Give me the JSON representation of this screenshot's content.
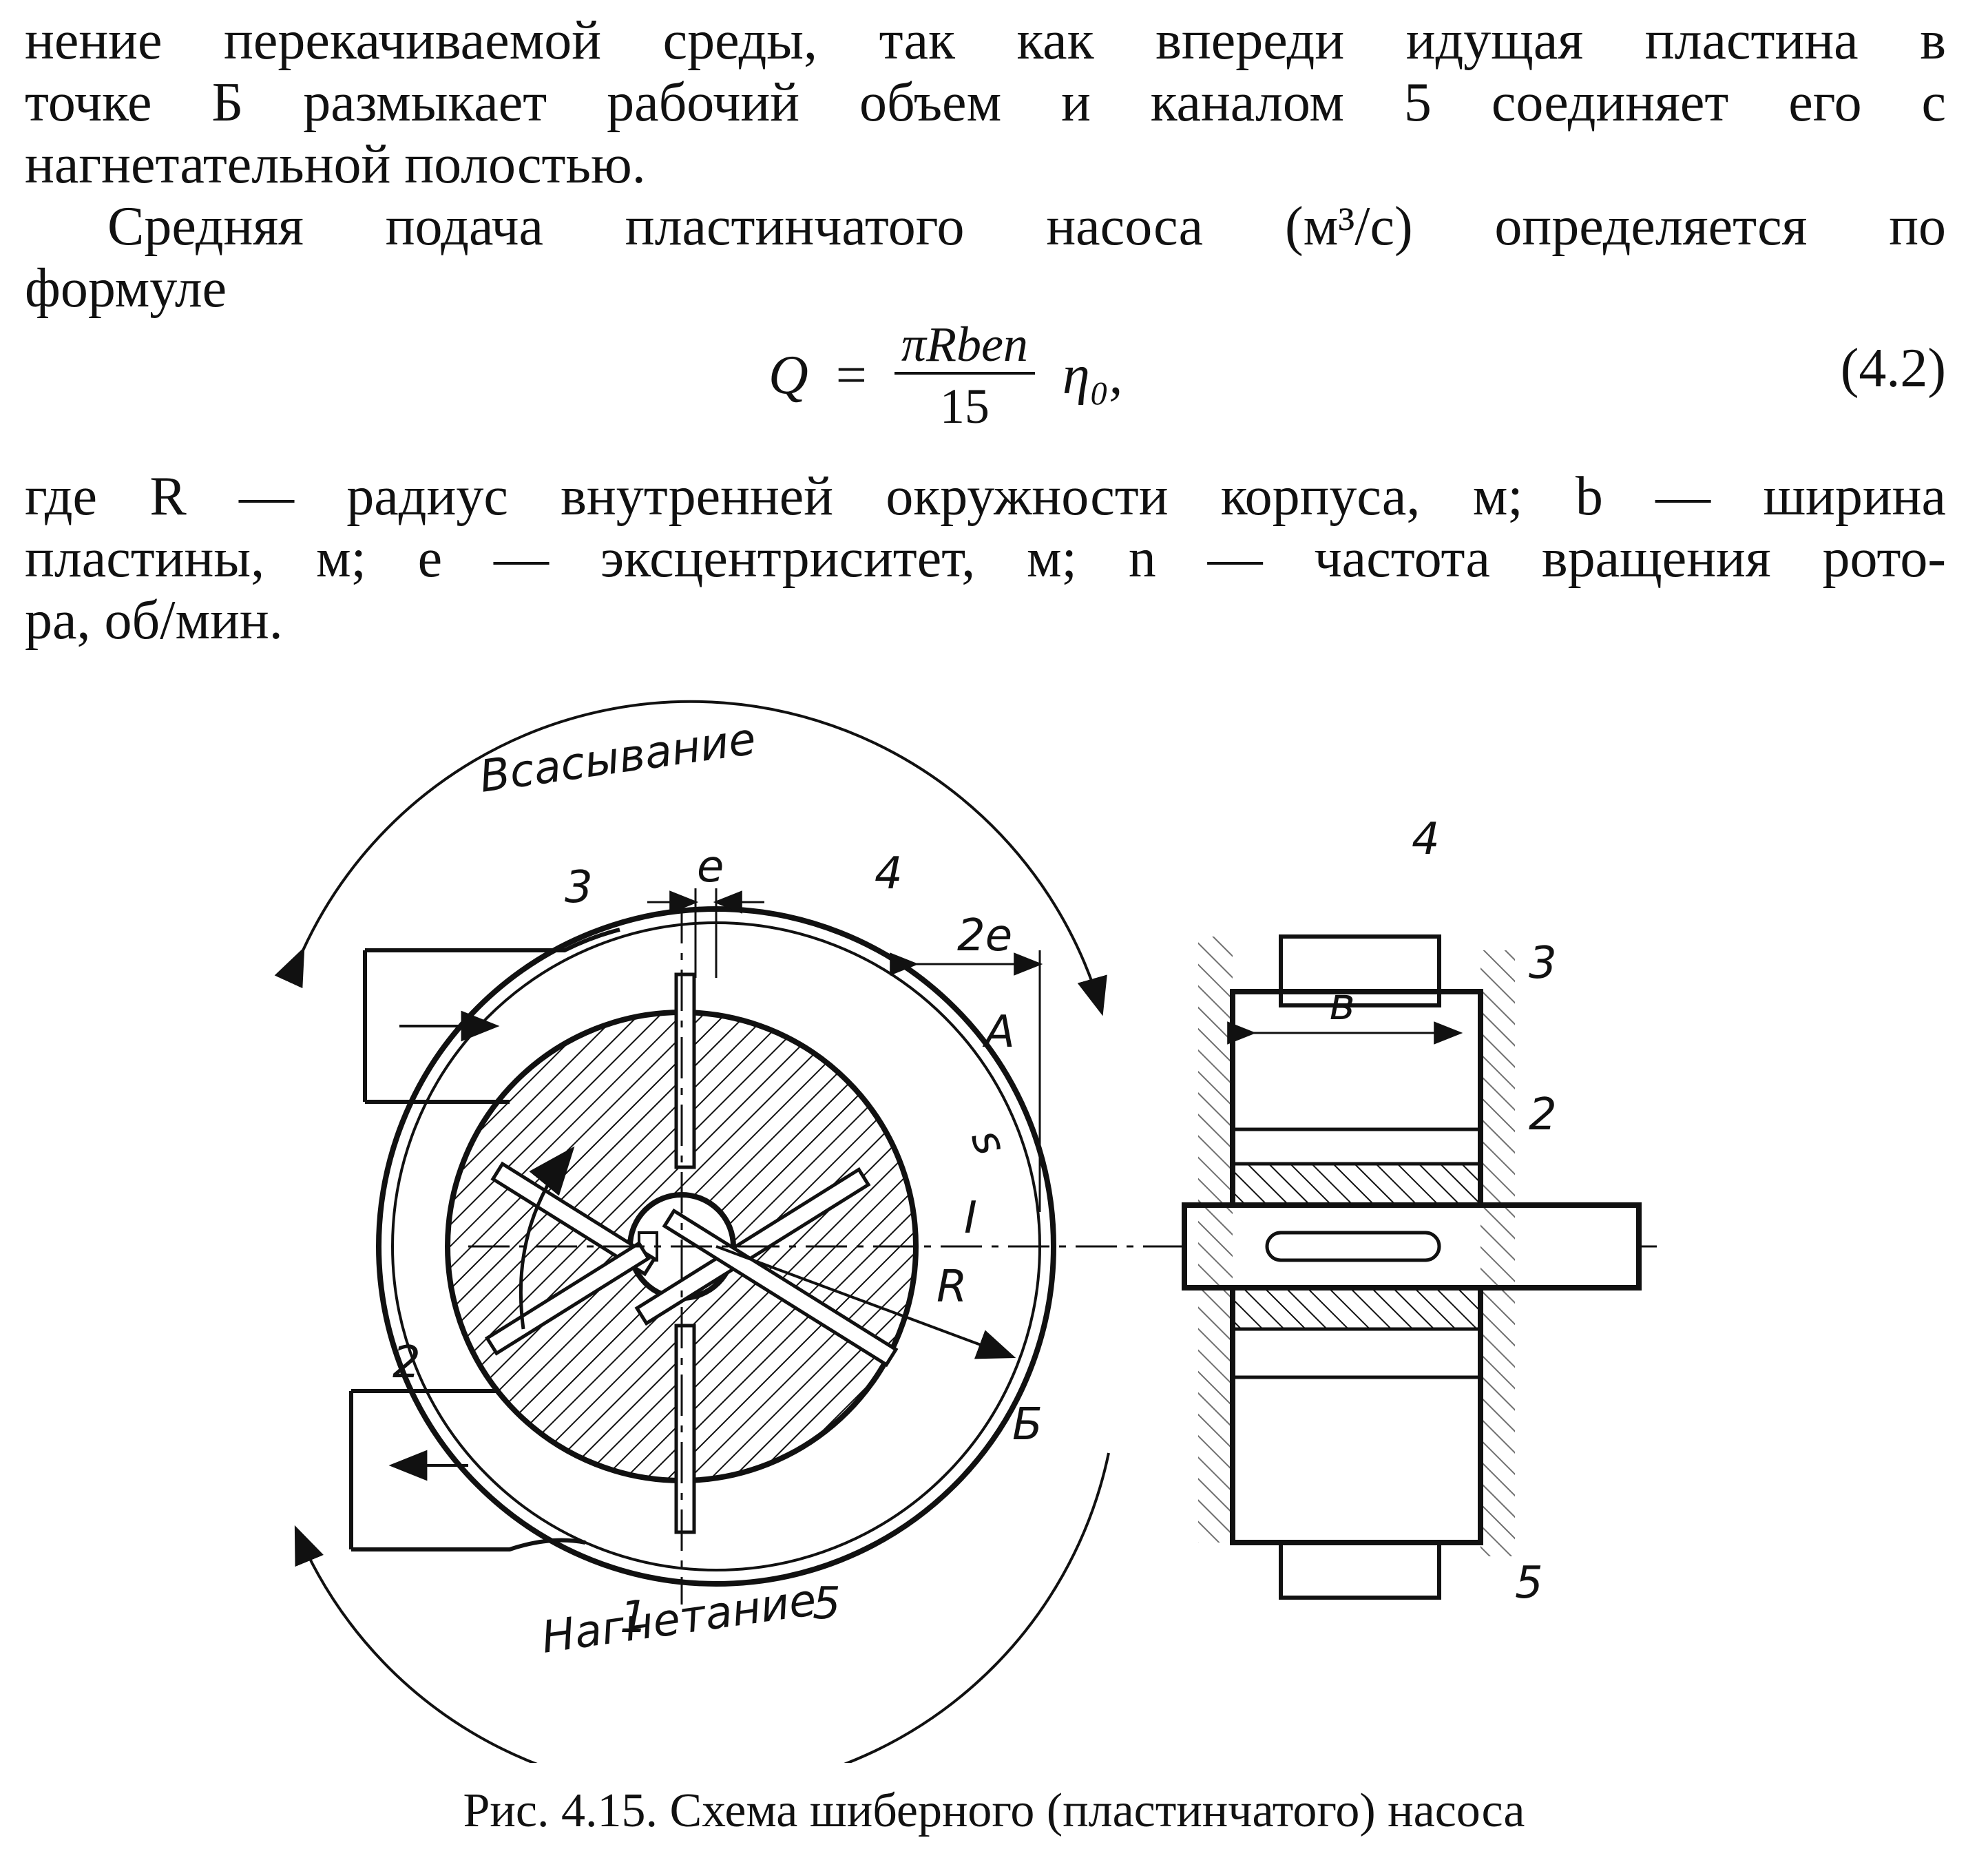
{
  "paragraph1": {
    "lines": [
      "нение перекачиваемой среды, так как впереди идущая пластина в",
      "точке Б размыкает рабочий объем и каналом 5 соединяет его с",
      "нагнетательной полостью."
    ]
  },
  "paragraph2": {
    "lines": [
      "Средняя подача пластинчатого насоса (м³/с) определяется по",
      "формуле"
    ]
  },
  "formula": {
    "lhs": "Q",
    "equals": "=",
    "numerator": "πRben",
    "denominator": "15",
    "factor": "η₀,",
    "number": "(4.2)"
  },
  "paragraph3": {
    "lines": [
      "где R — радиус внутренней окружности корпуса, м; b — ширина",
      "пластины, м; e — эксцентриситет, м; n — частота вращения рото-",
      "ра, об/мин."
    ]
  },
  "figure": {
    "labels": {
      "suction": "Всасывание",
      "discharge": "Нагнетание",
      "e": "e",
      "two_e": "2e",
      "n3": "3",
      "n4": "4",
      "n2": "2",
      "n1": "1",
      "n5": "5",
      "A": "A",
      "B": "Б",
      "I": "I",
      "R": "R",
      "s": "s",
      "side_4": "4",
      "side_3": "3",
      "side_2": "2",
      "side_5": "5",
      "side_b": "в"
    }
  },
  "caption": "Рис. 4.15. Схема шиберного (пластинчатого) насоса"
}
